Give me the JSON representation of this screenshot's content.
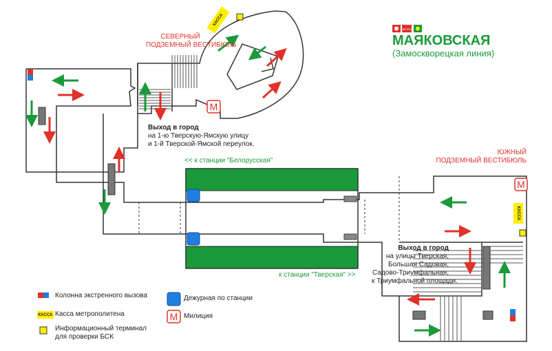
{
  "station": {
    "title": "МАЯКОВСКАЯ",
    "line": "(Замоскворецкая линия)",
    "metro_logo_text": "МЕТРО"
  },
  "labels": {
    "north_vestibule": [
      "СЕВЕРНЫЙ",
      "ПОДЗЕМНЫЙ ВЕСТИБЮЛЬ"
    ],
    "south_vestibule": [
      "ЮЖНЫЙ",
      "ПОДЗЕМНЫЙ ВЕСТИБЮЛЬ"
    ],
    "to_belorusskaya": "<< к станции \"Белорусская\"",
    "to_tverskaya": "к станции \"Тверская\" >>"
  },
  "exits": {
    "north": {
      "title": "Выход в город",
      "lines": [
        "на 1-ю Тверскую-Ямскую улицу",
        "и 1-й Тверской-Ямской переулок."
      ]
    },
    "south": {
      "title": "Выход в город",
      "lines": [
        "на улицы Тверская,",
        "Большая Садовая,",
        "Садово-Триумфальная,",
        "к Триумфальной площади."
      ]
    }
  },
  "markers": {
    "kassa_text": "КАССА",
    "police_letter": "М"
  },
  "legend": {
    "items": [
      {
        "icon": "emergency-call-column-icon",
        "text": "Колонна экстренного вызова"
      },
      {
        "icon": "ticket-office-icon",
        "text": "Касса метрополитена"
      },
      {
        "icon": "info-terminal-icon",
        "text": "Информационный терминал",
        "text2": "для проверки БСК"
      },
      {
        "icon": "station-attendant-icon",
        "text": "Дежурная по станции"
      },
      {
        "icon": "police-icon",
        "text": "Милиция"
      }
    ]
  },
  "colors": {
    "arrow_in": "#e0312a",
    "arrow_out": "#1a9a3a",
    "platform": "#1a9a3a",
    "attendant": "#1e7fe0",
    "kassa": "#ffee00",
    "terminal": "#ffee00"
  }
}
